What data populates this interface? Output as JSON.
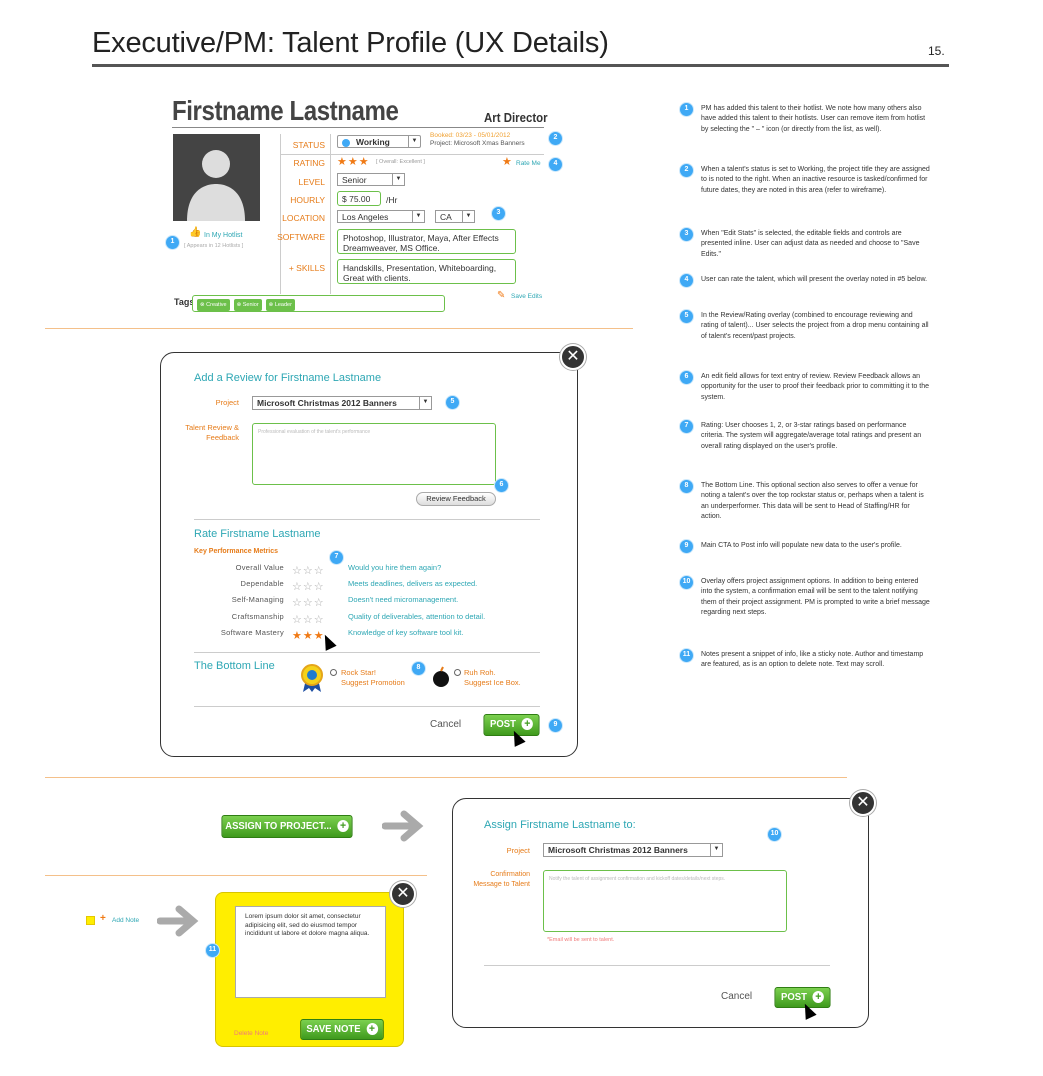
{
  "page": {
    "title": "Executive/PM: Talent Profile (UX Details)",
    "number": "15."
  },
  "profile": {
    "name": "Firstname Lastname",
    "role": "Art Director",
    "labels": {
      "status": "STATUS",
      "rating": "RATING",
      "level": "LEVEL",
      "hourly": "HOURLY",
      "location": "LOCATION",
      "software": "SOFTWARE",
      "skills": "+ SKILLS",
      "tags": "Tags"
    },
    "status_value": "Working",
    "booked": "Booked: 03/23 - 05/01/2012",
    "project": "Project: Microsoft Xmas Banners",
    "rating_note": "[ Overall: Excellent ]",
    "rate_me": "Rate Me",
    "level_value": "Senior",
    "hourly_value": "$ 75.00",
    "hourly_unit": "/Hr",
    "location_value": "Los Angeles",
    "state_value": "CA",
    "software_value": "Photoshop, Illustrator, Maya, After Effects Dreamweaver, MS Office.",
    "skills_value": "Handskills, Presentation, Whiteboarding, Great with clients.",
    "hotlist": "In My Hotlist",
    "hotlist_sub": "[ Appears in 12 Hotlists ]",
    "tags": [
      "Creative",
      "Senior",
      "Leader"
    ],
    "save_edits": "Save Edits"
  },
  "badges": {
    "b1": "1",
    "b2": "2",
    "b3": "3",
    "b4": "4",
    "b5": "5",
    "b6": "6",
    "b7": "7",
    "b8": "8",
    "b9": "9",
    "b10": "10",
    "b11": "11"
  },
  "notes": [
    {
      "n": "1",
      "text": "PM has added this talent to their hotlist. We note how many others also have added this talent to their hotlists. User can remove item from hotlist by selecting the \" – \" icon (or directly from the list, as well)."
    },
    {
      "n": "2",
      "text": "When a talent's status is set to Working, the project title they are assigned to is noted to the right. When an inactive resource is tasked/confirmed for future dates, they are noted in this area (refer to wireframe)."
    },
    {
      "n": "3",
      "text": "When \"Edit Stats\" is selected, the editable fields and controls are presented inline. User can adjust data as needed and choose to \"Save Edits.\""
    },
    {
      "n": "4",
      "text": "User can rate the talent, which will present the overlay noted in #5 below."
    },
    {
      "n": "5",
      "text": "In the Review/Rating overlay (combined to encourage reviewing and rating of talent)... User selects the project from a drop menu containing all of talent's recent/past projects."
    },
    {
      "n": "6",
      "text": "An edit field allows for text entry of review. Review Feedback allows an opportunity for the user to proof their feedback prior to committing it to the system."
    },
    {
      "n": "7",
      "text": "Rating: User chooses 1, 2, or 3-star ratings based on performance criteria. The system will aggregate/average total ratings and present an overall rating displayed on the user's profile."
    },
    {
      "n": "8",
      "text": "The Bottom Line. This optional section also serves to offer a venue for noting a talent's over the top rockstar status or, perhaps when a talent is an underperformer. This data will be sent to Head of Staffing/HR for action."
    },
    {
      "n": "9",
      "text": "Main CTA to Post info will populate new data to the user's profile."
    },
    {
      "n": "10",
      "text": "Overlay offers project assignment options. In addition to being entered into the system, a confirmation email will be sent to the talent notifying them of their project assignment. PM is prompted to write a brief message regarding next steps."
    },
    {
      "n": "11",
      "text": "Notes present a snippet of info, like a sticky note. Author and timestamp are featured, as is an option to delete note. Text may scroll."
    }
  ],
  "review": {
    "title": "Add a Review for Firstname Lastname",
    "project_label": "Project",
    "project_value": "Microsoft Christmas 2012 Banners",
    "feedback_label": "Talent Review & Feedback",
    "feedback_placeholder": "Professional evaluation of the talent's performance",
    "review_btn": "Review Feedback",
    "rate_title": "Rate Firstname Lastname",
    "kpi_title": "Key Performance Metrics",
    "kpis": [
      {
        "label": "Overall Value",
        "desc": "Would you hire them again?",
        "stars": 0
      },
      {
        "label": "Dependable",
        "desc": "Meets deadlines, delivers as expected.",
        "stars": 0
      },
      {
        "label": "Self-Managing",
        "desc": "Doesn't need micromanagement.",
        "stars": 0
      },
      {
        "label": "Craftsmanship",
        "desc": "Quality of deliverables, attention to detail.",
        "stars": 0
      },
      {
        "label": "Software Mastery",
        "desc": "Knowledge of key software tool kit.",
        "stars": 3
      }
    ],
    "bottom_title": "The Bottom Line",
    "rock_1": "Rock Star!",
    "rock_2": "Suggest Promotion",
    "ruh_1": "Ruh Roh.",
    "ruh_2": "Suggest Ice Box.",
    "cancel": "Cancel",
    "post": "POST"
  },
  "assign": {
    "button": "ASSIGN TO PROJECT...",
    "title": "Assign Firstname Lastname to:",
    "project_label": "Project",
    "project_value": "Microsoft Christmas 2012 Banners",
    "msg_label": "Confirmation Message to Talent",
    "msg_placeholder": "Notify the talent of assignment confirmation and kickoff dates/details/next steps.",
    "email_note": "*Email will be sent to talent.",
    "cancel": "Cancel",
    "post": "POST"
  },
  "sticky": {
    "add_note": "Add Note",
    "text": "Lorem ipsum dolor sit amet, consectetur adipisicing elit, sed do eiusmod tempor incididunt ut labore et dolore magna aliqua.",
    "delete": "Delete Note",
    "save": "SAVE NOTE"
  },
  "colors": {
    "accent_orange": "#e67c1a",
    "teal": "#2ea7b4",
    "green": "#6cc04a",
    "badge_blue": "#3fa9f5",
    "sticky_yellow": "#ffee00"
  }
}
